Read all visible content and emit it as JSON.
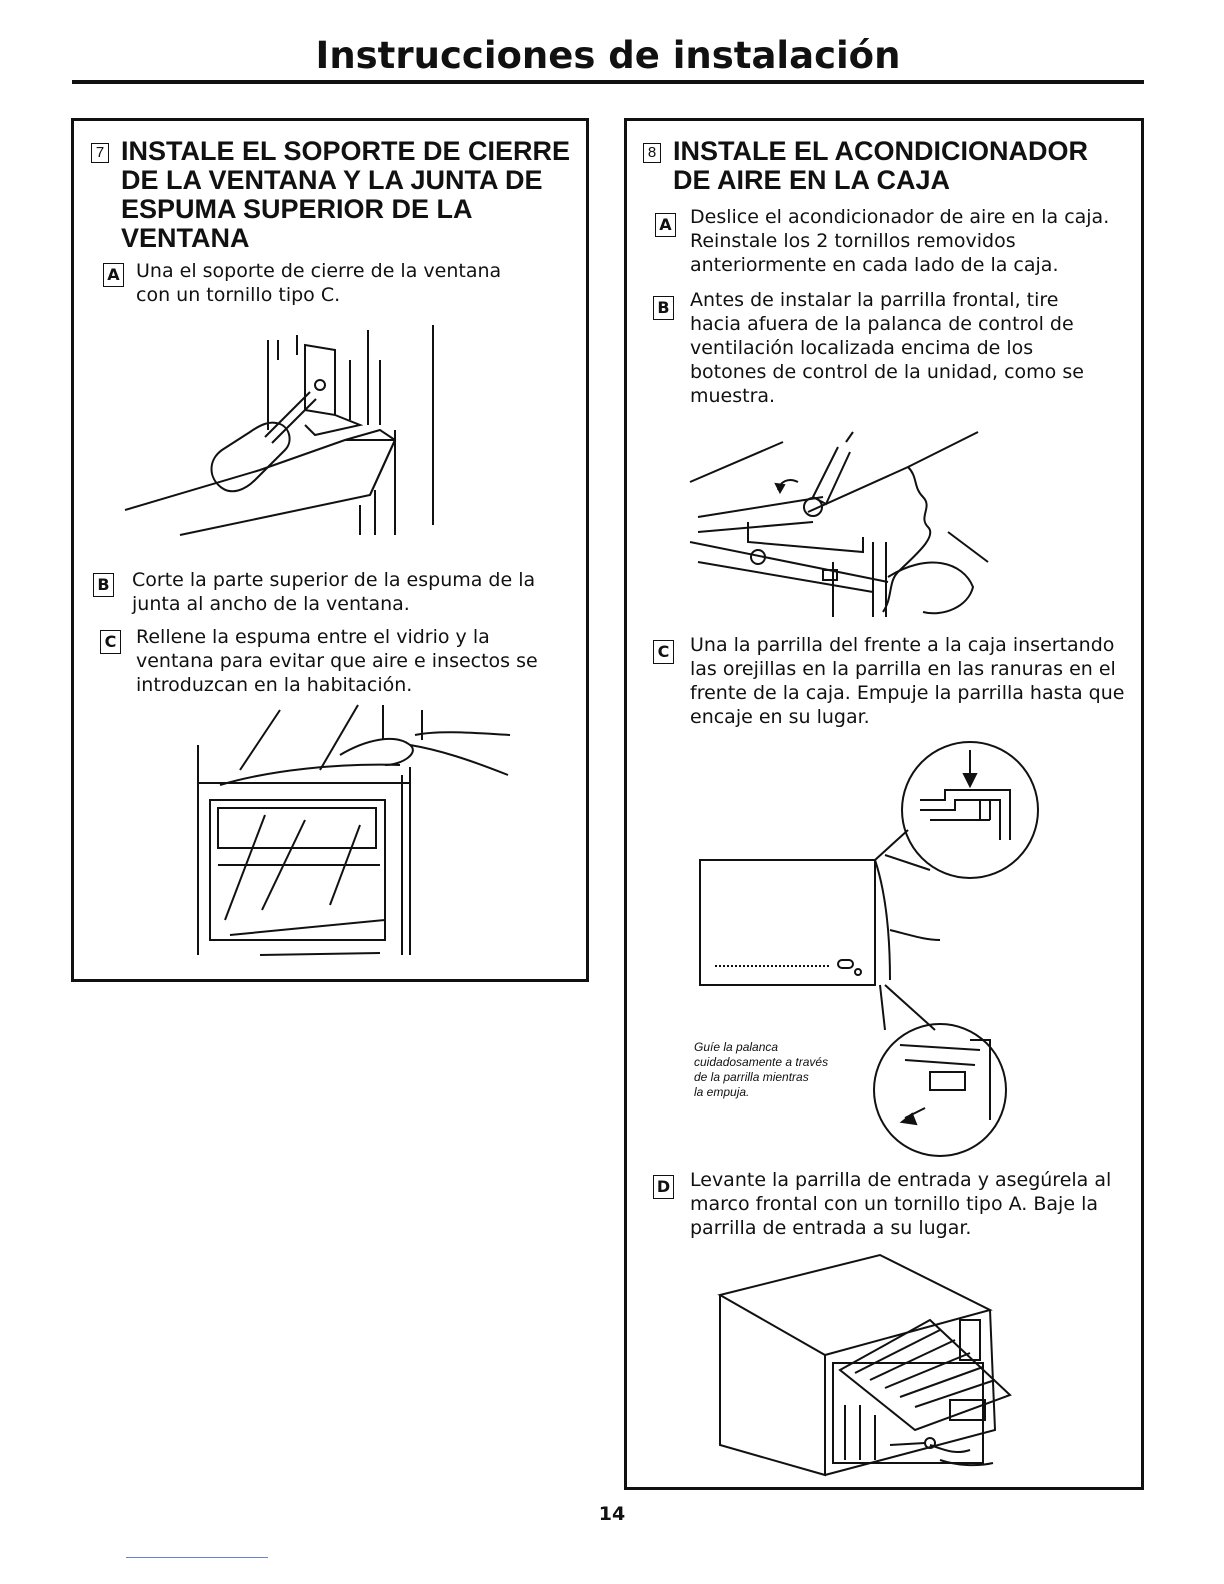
{
  "header": {
    "title": "Instrucciones de instalación"
  },
  "step7": {
    "number": "7",
    "title_lines": [
      "INSTALE EL SOPORTE DE CIERRE",
      "DE LA VENTANA Y LA JUNTA DE",
      "ESPUMA SUPERIOR DE LA",
      "VENTANA"
    ],
    "items": [
      {
        "letter": "A",
        "lines": [
          "Una el soporte de cierre de la ventana",
          "con un tornillo tipo C."
        ]
      },
      {
        "letter": "B",
        "lines": [
          "Corte la parte superior de la espuma de la",
          "junta al ancho de la ventana."
        ]
      },
      {
        "letter": "C",
        "lines": [
          "Rellene la espuma entre el vidrio y la",
          "ventana para evitar que aire e insectos se",
          "introduzcan en la habitación."
        ]
      }
    ]
  },
  "step8": {
    "number": "8",
    "title_lines": [
      "INSTALE EL ACONDICIONADOR",
      "DE AIRE EN LA CAJA"
    ],
    "items": [
      {
        "letter": "A",
        "lines": [
          "Deslice el acondicionador de aire en la caja.",
          "Reinstale los 2 tornillos removidos",
          "anteriormente en cada lado de la caja."
        ]
      },
      {
        "letter": "B",
        "lines": [
          "Antes de instalar la parrilla frontal, tire",
          "hacia afuera de la palanca de control de",
          "ventilación localizada encima de los",
          "botones de control de la unidad, como se",
          "muestra."
        ]
      },
      {
        "letter": "C",
        "lines": [
          "Una la parrilla del frente a la caja insertando",
          "las orejillas en la parrilla en las ranuras en el",
          "frente de la caja. Empuje la parrilla hasta que",
          "encaje en su lugar."
        ]
      },
      {
        "letter": "D",
        "lines": [
          "Levante la parrilla de entrada y asegúrela al",
          "marco frontal con un tornillo tipo A. Baje la",
          "parrilla de entrada a su lugar."
        ]
      }
    ],
    "caption_lines": [
      "Guíe la palanca",
      "cuidadosamente a través",
      "de la parrilla mientras",
      "la empuja."
    ]
  },
  "footer": {
    "page_number": "14"
  }
}
